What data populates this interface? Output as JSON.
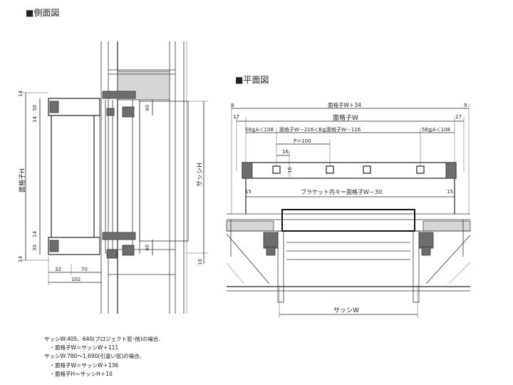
{
  "side_view": {
    "title": "■側面図",
    "dims": {
      "d14_top": "14",
      "d30_top": "30",
      "d14_top2": "14",
      "d40_top": "40",
      "label_h_left": "面格子H",
      "label_h_right": "サッシH",
      "d14_bot": "14",
      "d30_bot": "30",
      "d14_bot2": "14",
      "d40_bot": "40",
      "d10": "10",
      "d32": "32",
      "d70": "70",
      "d102": "102"
    }
  },
  "plan_view": {
    "title": "■平面図",
    "dims": {
      "d9_left": "9",
      "d9_right": "9",
      "total": "面格子W＋34",
      "d17_left": "17",
      "d17_right": "17",
      "grille_w": "面格子W",
      "a_left": "58≦A＜108",
      "a_right": "58≦A＜108",
      "b_range": "面格子W－216＜B≦面格子W－116",
      "pitch": "P＝100",
      "d16_h": "16",
      "d16_v": "16",
      "d15_left": "15",
      "d15_right": "15",
      "bracket": "ブラケット内々＝面格子W－30",
      "sash_w": "サッシW"
    }
  },
  "notes": [
    "サッシW:405、640(プロジェクト窓･他)の場合､",
    "　・面格子W＝サッシW＋111",
    "サッシW:780～1,690(引違い窓)の場合､",
    "　・面格子W＝サッシW＋136",
    "　・面格子H＝サッシH＋10"
  ]
}
